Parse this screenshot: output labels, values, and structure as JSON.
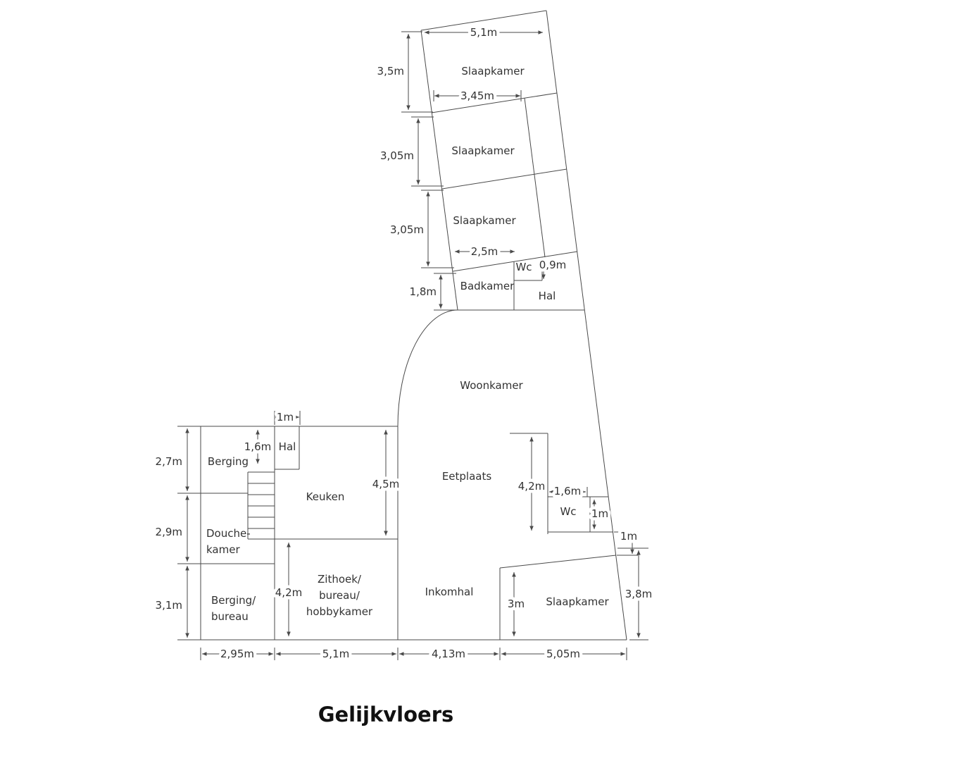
{
  "title": "Gelijkvloers",
  "rooms": {
    "slaapkamer_1": "Slaapkamer",
    "slaapkamer_2": "Slaapkamer",
    "slaapkamer_3": "Slaapkamer",
    "wc_upper": "Wc",
    "badkamer": "Badkamer",
    "hal_upper": "Hal",
    "woonkamer": "Woonkamer",
    "eetplaats": "Eetplaats",
    "berging": "Berging",
    "hal": "Hal",
    "keuken": "Keuken",
    "douchekamer": [
      "Douche-",
      "kamer"
    ],
    "berging_bureau": [
      "Berging/",
      "bureau"
    ],
    "zithoek": [
      "Zithoek/",
      "bureau/",
      "hobbykamer"
    ],
    "inkomhal": "Inkomhal",
    "wc_mid": "Wc",
    "slaapkamer_4": "Slaapkamer"
  },
  "dimensions": {
    "wing_width": "5,1m",
    "slaapkamer1_depth": "3,5m",
    "slaapkamer23_width": "3,45m",
    "slaapkamer2_depth": "3,05m",
    "slaapkamer3_depth": "3,05m",
    "badkamer_width": "2,5m",
    "wc_upper_depth": "0,9m",
    "badkamer_depth": "1,8m",
    "hal_door_width": "1m",
    "berging_depth": "2,7m",
    "hal_stair_depth": "1,6m",
    "keuken_depth": "4,5m",
    "eetplaats_depth": "4,2m",
    "wc_mid_width": "1,6m",
    "wc_mid_closet_depth": "1m",
    "right_offset": "1m",
    "douchekamer_depth": "2,9m",
    "berging_bureau_depth": "3,1m",
    "zithoek_depth": "4,2m",
    "slaapkamer4_depth": "3m",
    "slaapkamer4_right_depth": "3,8m",
    "bottom_1": "2,95m",
    "bottom_2": "5,1m",
    "bottom_3": "4,13m",
    "bottom_4": "5,05m"
  }
}
